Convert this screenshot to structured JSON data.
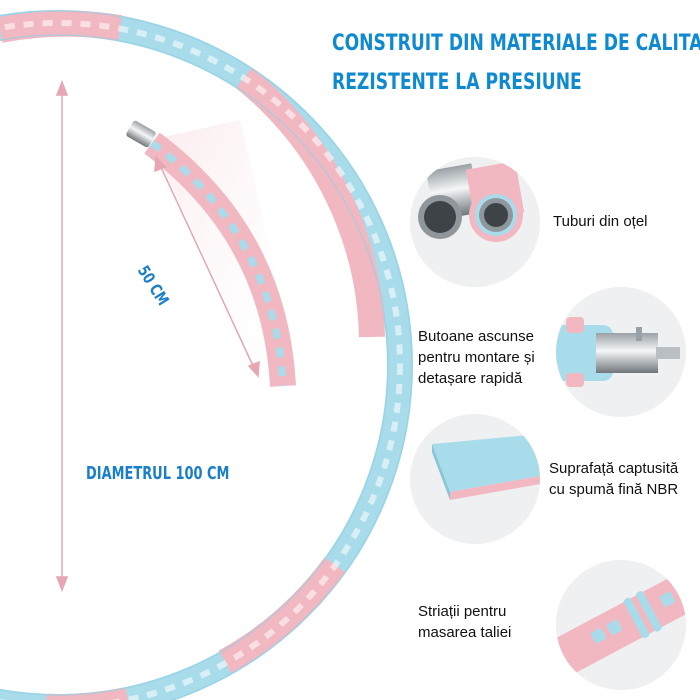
{
  "headline": {
    "line1": "CONSTRUIT DIN MATERIALE DE CALITATE",
    "line2": "REZISTENTE LA PRESIUNE"
  },
  "dimensions": {
    "diameter_label": "DIAMETRUL 100 CM",
    "segment_label": "50 CM"
  },
  "features": [
    {
      "label_lines": [
        "Tuburi din oțel"
      ],
      "icon": "steel-tubes-icon"
    },
    {
      "label_lines": [
        "Butoane ascunse",
        "pentru montare și",
        "detașare rapidă"
      ],
      "icon": "hidden-button-icon"
    },
    {
      "label_lines": [
        "Suprafață captusită",
        "cu spumă fină NBR"
      ],
      "icon": "nbr-foam-icon"
    },
    {
      "label_lines": [
        "Striații pentru",
        "masarea taliei"
      ],
      "icon": "massage-ridges-icon"
    }
  ],
  "colors": {
    "title": "#0f8ad1",
    "pink": "#f2b8c2",
    "blue": "#a9dceb",
    "dimension_text": "#1a7fc8"
  }
}
